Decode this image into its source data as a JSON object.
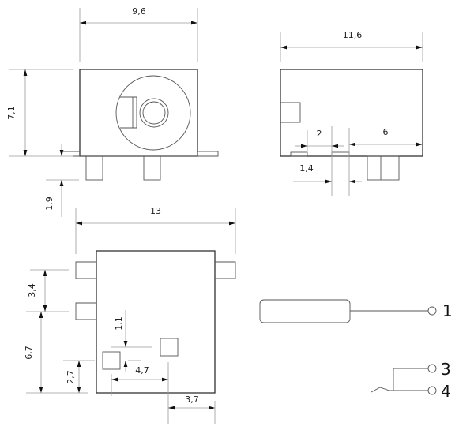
{
  "front_view": {
    "dimensions": {
      "width": "9,6",
      "height": "7,1",
      "pin_length": "1,9"
    }
  },
  "side_view": {
    "dimensions": {
      "length": "11,6",
      "pad_pitch": "2",
      "pin_offset": "6",
      "pad_width": "1,4"
    }
  },
  "bottom_view": {
    "dimensions": {
      "overall_width": "13",
      "tab_pitch": "3,4",
      "tab_to_edge": "6,7",
      "pad_height": "2,7",
      "pad_offset": "1,1",
      "pad_spacing": "4,7",
      "pad_to_edge": "3,7"
    }
  },
  "schematic": {
    "pins": [
      {
        "label": "1"
      },
      {
        "label": "3"
      },
      {
        "label": "4"
      }
    ]
  },
  "colors": {
    "outline": "#333333",
    "dimension": "#9a9a9a",
    "text": "#222222"
  }
}
